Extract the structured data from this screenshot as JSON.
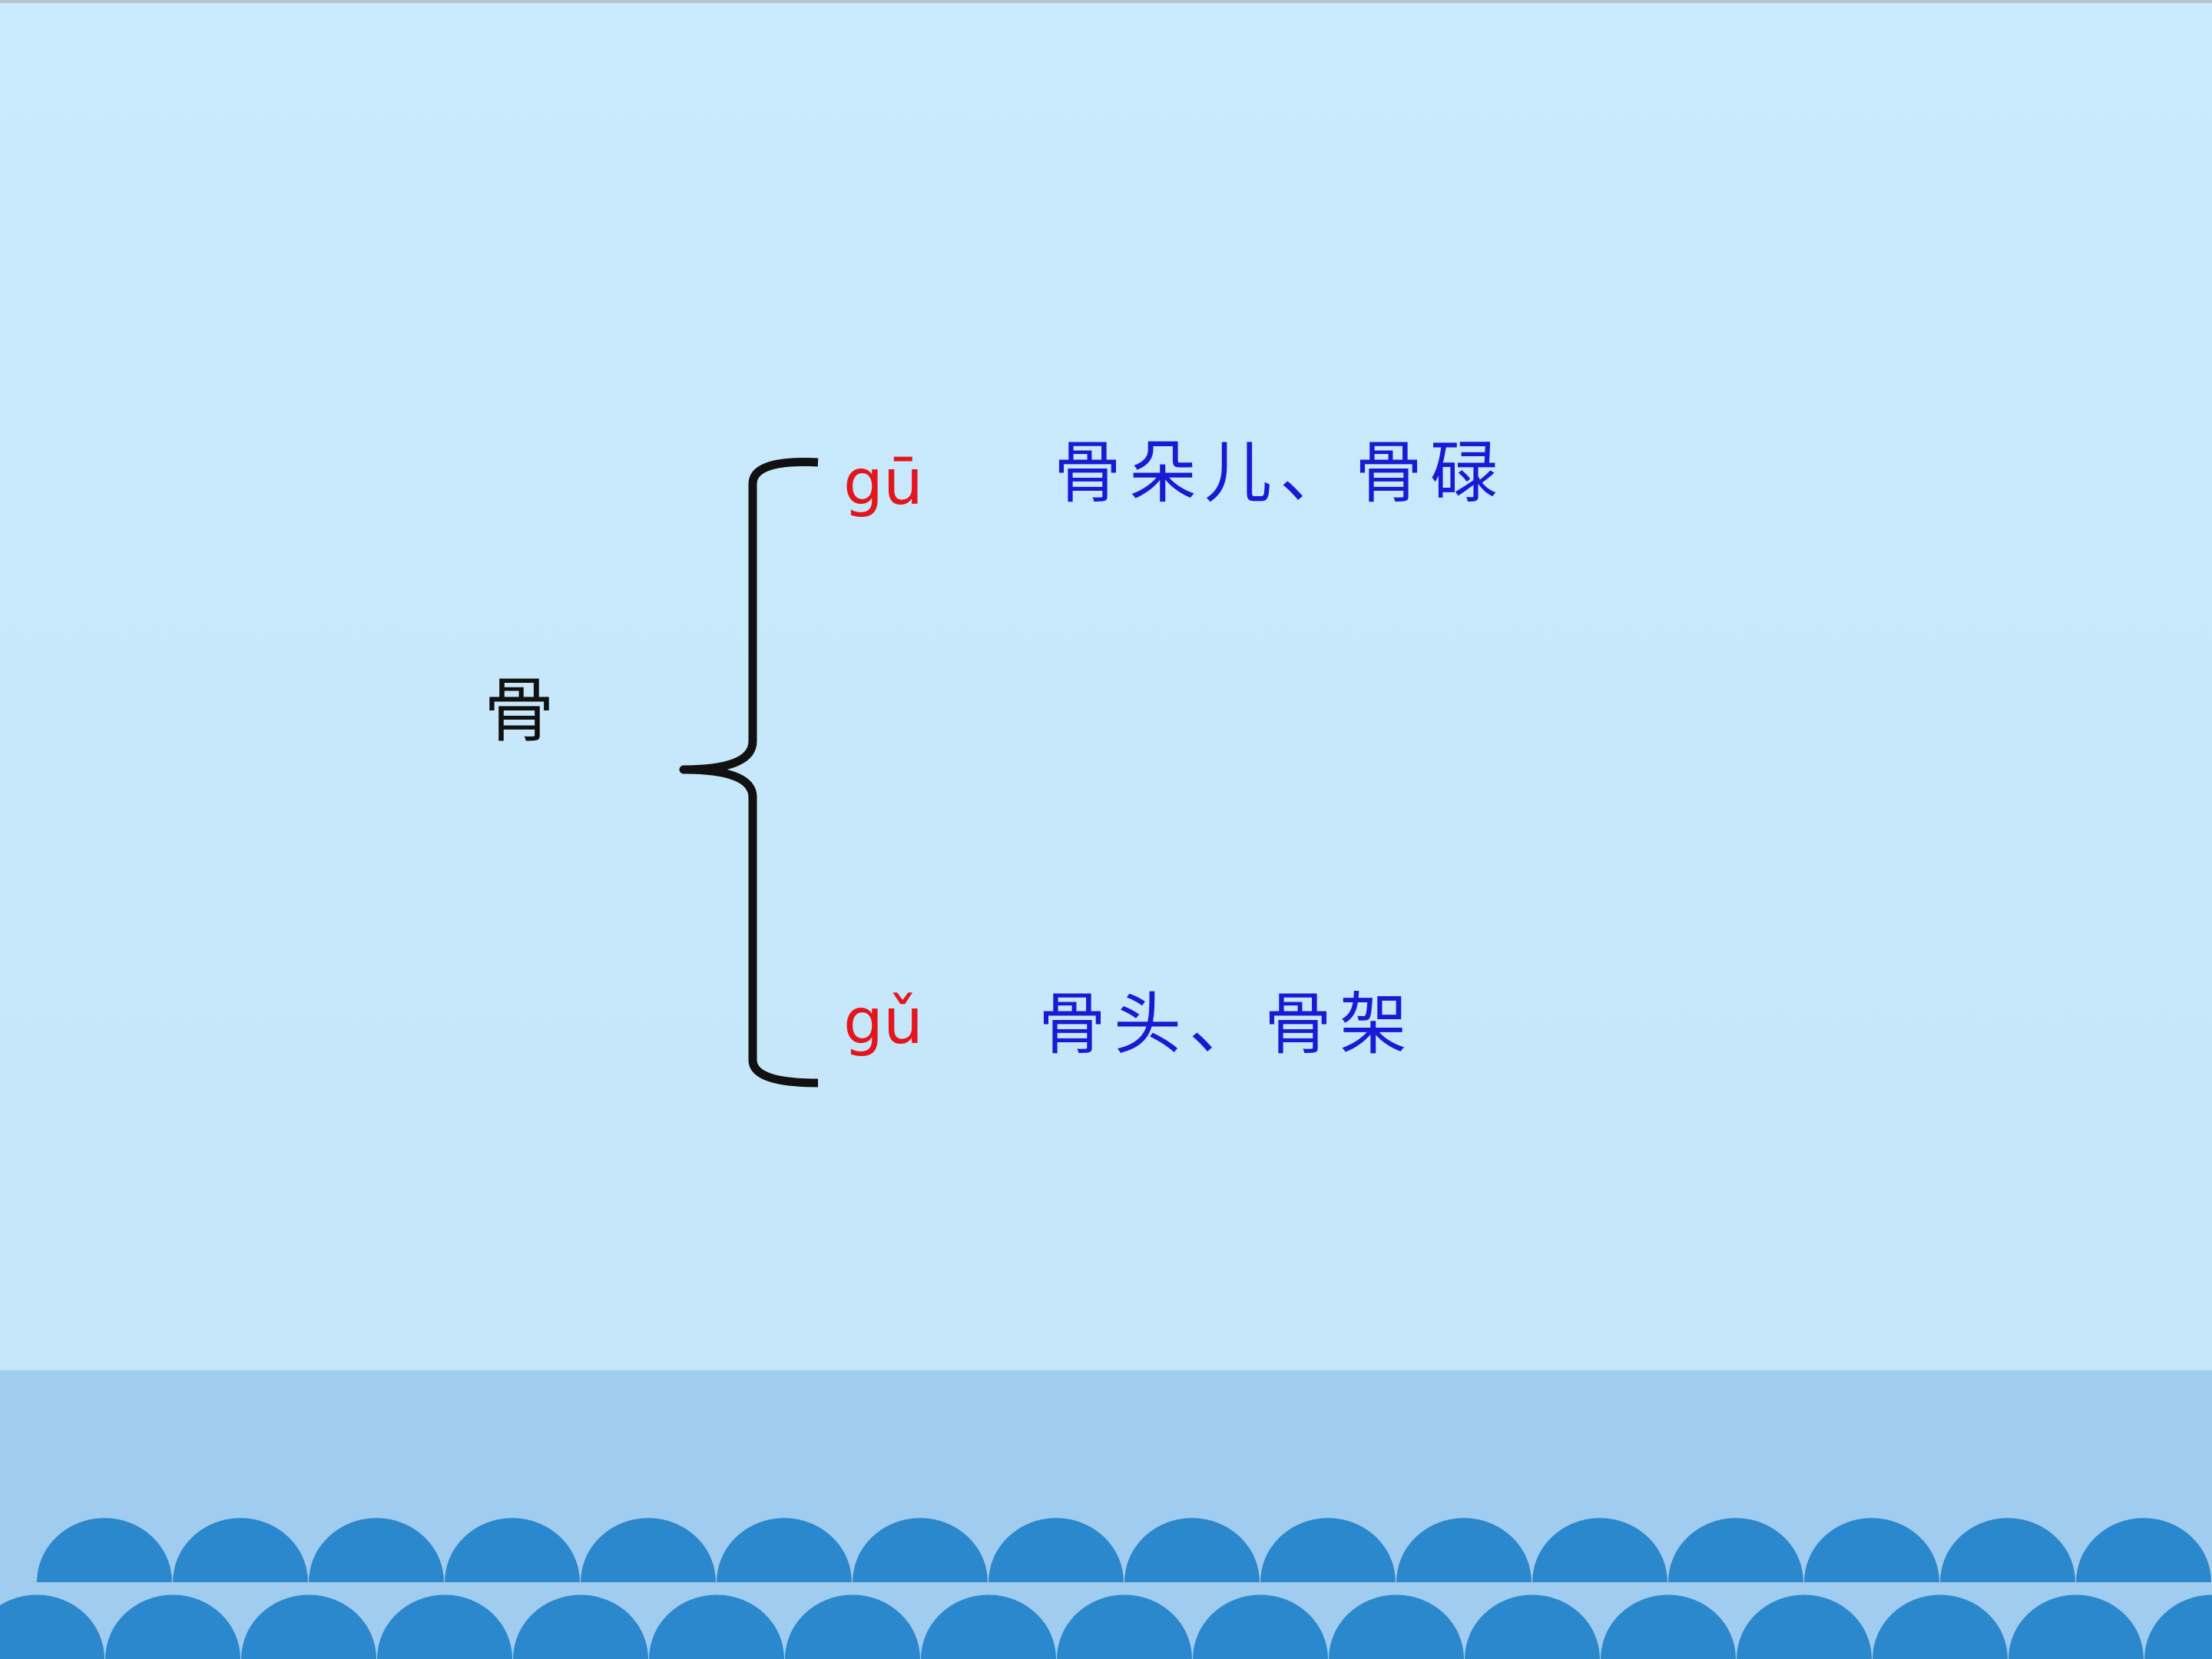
{
  "main": {
    "character": "骨",
    "readings": [
      {
        "pinyin": "gū",
        "words": "骨朵儿、骨碌"
      },
      {
        "pinyin": "gǔ",
        "words": "骨头、骨架"
      }
    ]
  },
  "colors": {
    "background": "#c6e8fa",
    "pinyin": "#e3161d",
    "words": "#1a1ad4",
    "character": "#111111",
    "band": "#a0ccef",
    "waves": "#2b88cc"
  }
}
